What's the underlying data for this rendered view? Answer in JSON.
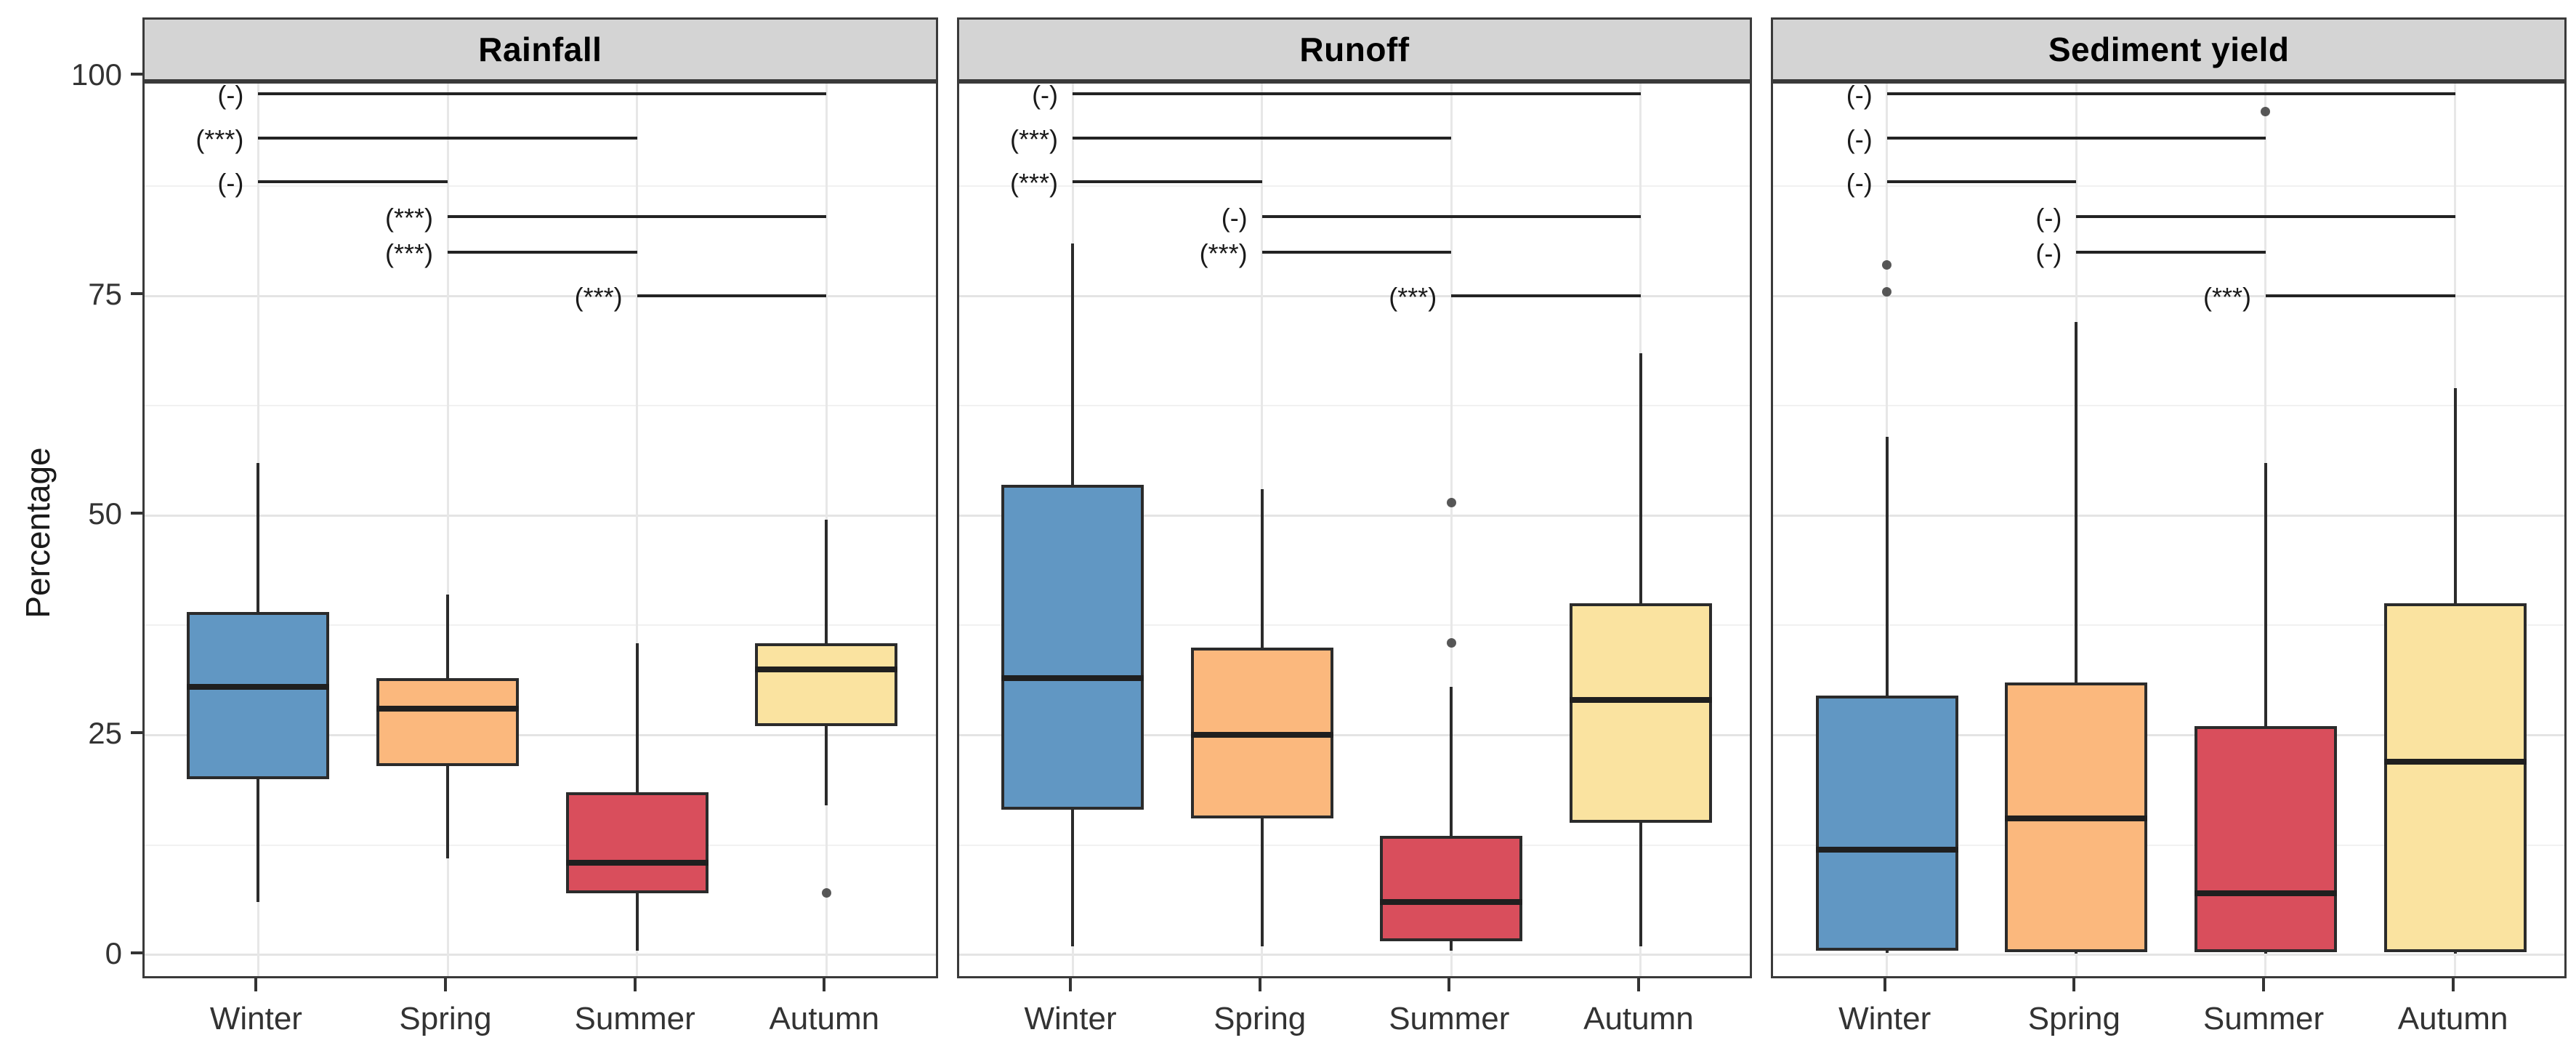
{
  "chart_data": {
    "type": "boxplot",
    "title": "",
    "ylabel": "Percentage",
    "xlabel": "",
    "categories": [
      "Winter",
      "Spring",
      "Summer",
      "Autumn"
    ],
    "ytick_labels": [
      "0",
      "25",
      "50",
      "75",
      "100"
    ],
    "ytick_values": [
      0,
      25,
      50,
      75,
      100
    ],
    "ylim": [
      -3,
      100
    ],
    "grid": {
      "major_h": [
        0,
        25,
        50,
        75
      ],
      "minor_h": [
        12.5,
        37.5,
        62.5,
        87.5
      ],
      "vertical_at_categories": true
    },
    "legend_position": "none",
    "facets": [
      {
        "title": "Rainfall",
        "boxes": [
          {
            "season": "Winter",
            "color_key": "winter",
            "min": 6,
            "q1": 20,
            "median": 30.5,
            "q3": 39,
            "max": 56,
            "outliers": []
          },
          {
            "season": "Spring",
            "color_key": "spring",
            "min": 11,
            "q1": 21.5,
            "median": 28,
            "q3": 31.5,
            "max": 41,
            "outliers": []
          },
          {
            "season": "Summer",
            "color_key": "summer",
            "min": 0.5,
            "q1": 7,
            "median": 10.5,
            "q3": 18.5,
            "max": 35.5,
            "outliers": []
          },
          {
            "season": "Autumn",
            "color_key": "autumn",
            "min": 17,
            "q1": 26,
            "median": 32.5,
            "q3": 35.5,
            "max": 49.5,
            "outliers": [
              7
            ]
          }
        ],
        "comparisons": [
          {
            "from": "Winter",
            "to": "Autumn",
            "label": "(-)",
            "y": 98
          },
          {
            "from": "Winter",
            "to": "Summer",
            "label": "(***)",
            "y": 93
          },
          {
            "from": "Winter",
            "to": "Spring",
            "label": "(-)",
            "y": 88
          },
          {
            "from": "Spring",
            "to": "Autumn",
            "label": "(***)",
            "y": 84
          },
          {
            "from": "Spring",
            "to": "Summer",
            "label": "(***)",
            "y": 80
          },
          {
            "from": "Summer",
            "to": "Autumn",
            "label": "(***)",
            "y": 75
          }
        ]
      },
      {
        "title": "Runoff",
        "boxes": [
          {
            "season": "Winter",
            "color_key": "winter",
            "min": 1,
            "q1": 16.5,
            "median": 31.5,
            "q3": 53.5,
            "max": 81,
            "outliers": []
          },
          {
            "season": "Spring",
            "color_key": "spring",
            "min": 1,
            "q1": 15.5,
            "median": 25,
            "q3": 35,
            "max": 53,
            "outliers": []
          },
          {
            "season": "Summer",
            "color_key": "summer",
            "min": 0.5,
            "q1": 1.5,
            "median": 6,
            "q3": 13.5,
            "max": 30.5,
            "outliers": [
              51.5,
              35.5
            ]
          },
          {
            "season": "Autumn",
            "color_key": "autumn",
            "min": 1,
            "q1": 15,
            "median": 29,
            "q3": 40,
            "max": 68.5,
            "outliers": []
          }
        ],
        "comparisons": [
          {
            "from": "Winter",
            "to": "Autumn",
            "label": "(-)",
            "y": 98
          },
          {
            "from": "Winter",
            "to": "Summer",
            "label": "(***)",
            "y": 93
          },
          {
            "from": "Winter",
            "to": "Spring",
            "label": "(***)",
            "y": 88
          },
          {
            "from": "Spring",
            "to": "Autumn",
            "label": "(-)",
            "y": 84
          },
          {
            "from": "Spring",
            "to": "Summer",
            "label": "(***)",
            "y": 80
          },
          {
            "from": "Summer",
            "to": "Autumn",
            "label": "(***)",
            "y": 75
          }
        ]
      },
      {
        "title": "Sediment yield",
        "boxes": [
          {
            "season": "Winter",
            "color_key": "winter",
            "min": 0.2,
            "q1": 0.5,
            "median": 12,
            "q3": 29.5,
            "max": 59,
            "outliers": [
              78.5,
              75.5
            ]
          },
          {
            "season": "Spring",
            "color_key": "spring",
            "min": 0.2,
            "q1": 0.3,
            "median": 15.5,
            "q3": 31,
            "max": 72,
            "outliers": []
          },
          {
            "season": "Summer",
            "color_key": "summer",
            "min": 0.2,
            "q1": 0.3,
            "median": 7,
            "q3": 26,
            "max": 56,
            "outliers": [
              96
            ]
          },
          {
            "season": "Autumn",
            "color_key": "autumn",
            "min": 0.2,
            "q1": 0.3,
            "median": 22,
            "q3": 40,
            "max": 64.5,
            "outliers": []
          }
        ],
        "comparisons": [
          {
            "from": "Winter",
            "to": "Autumn",
            "label": "(-)",
            "y": 98
          },
          {
            "from": "Winter",
            "to": "Summer",
            "label": "(-)",
            "y": 93
          },
          {
            "from": "Winter",
            "to": "Spring",
            "label": "(-)",
            "y": 88
          },
          {
            "from": "Spring",
            "to": "Autumn",
            "label": "(-)",
            "y": 84
          },
          {
            "from": "Spring",
            "to": "Summer",
            "label": "(-)",
            "y": 80
          },
          {
            "from": "Summer",
            "to": "Autumn",
            "label": "(***)",
            "y": 75
          }
        ]
      }
    ]
  },
  "colors": {
    "winter": "#6197C3",
    "spring": "#FBB87D",
    "summer": "#D94E5C",
    "autumn": "#FAE3A0",
    "strip_fill": "#d4d4d4",
    "strip_border": "#3a3a3a",
    "box_border": "#2b2b2b",
    "axis_text": "#333333",
    "gridline_major": "#e4e4e4",
    "gridline_minor": "#f1f1f1"
  }
}
